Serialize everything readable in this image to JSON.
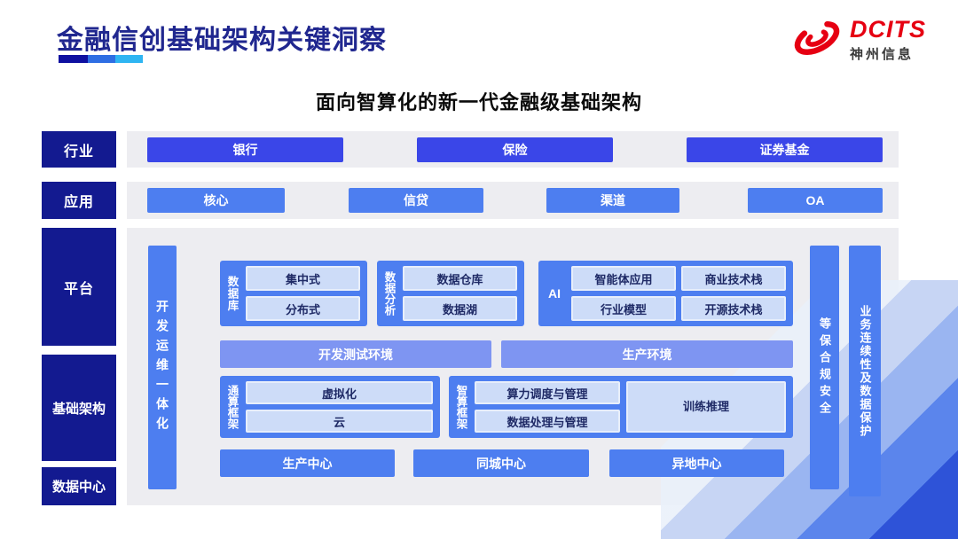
{
  "slide": {
    "title": "金融信创基础架构关键洞察",
    "subtitle": "面向智算化的新一代金融级基础架构"
  },
  "logo": {
    "brand": "DCITS",
    "company": "神州信息",
    "icon": "swirl-logo-icon"
  },
  "side_labels": {
    "industry": "行业",
    "application": "应用",
    "platform": "平台",
    "infrastructure": "基础架构",
    "datacenter": "数据中心"
  },
  "industry_row": {
    "items": [
      "银行",
      "保险",
      "证券基金"
    ]
  },
  "application_row": {
    "items": [
      "核心",
      "信贷",
      "渠道",
      "OA"
    ]
  },
  "platform_area": {
    "devops_bar": "开发运维一体化",
    "database_group": {
      "label": "数据库",
      "items": [
        "集中式",
        "分布式"
      ]
    },
    "analytics_group": {
      "label": "数据分析",
      "items": [
        "数据仓库",
        "数据湖"
      ]
    },
    "ai_group": {
      "label": "AI",
      "items": [
        "智能体应用",
        "商业技术栈",
        "行业模型",
        "开源技术栈"
      ]
    },
    "env_bars": [
      "开发测试环境",
      "生产环境"
    ],
    "general_compute_group": {
      "label": "通算框架",
      "items": [
        "虚拟化",
        "云"
      ]
    },
    "intelligent_compute_group": {
      "label": "智算框架",
      "items": [
        "算力调度与管理",
        "数据处理与管理"
      ],
      "side_item": "训练推理"
    },
    "centers": [
      "生产中心",
      "同城中心",
      "异地中心"
    ],
    "security_bar": "等保合规安全",
    "continuity_bar": "业务连续性及数据保护"
  },
  "colors": {
    "navy": "#131a90",
    "bright_blue": "#3a46e8",
    "medium_blue": "#4d7ef0",
    "periwinkle": "#7e95f2",
    "light_box": "#cddcf8",
    "strip_gray": "#ededf1",
    "brand_red": "#e60012",
    "title_navy": "#20278f"
  }
}
